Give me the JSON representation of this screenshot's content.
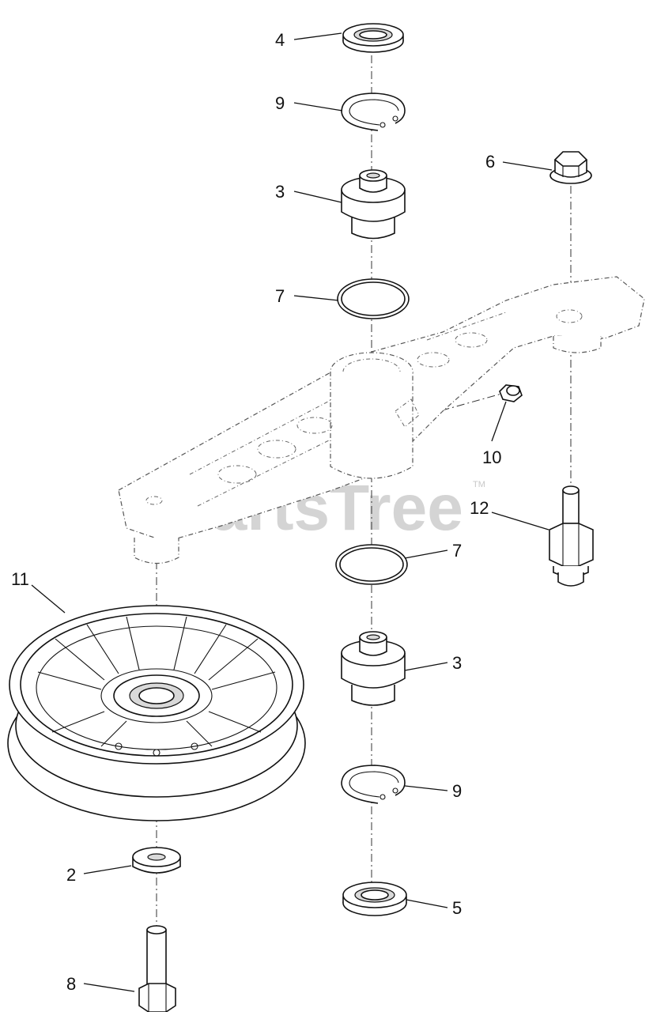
{
  "watermark": {
    "text": "PartsTree",
    "trademark": "TM"
  },
  "callouts": {
    "c4": "4",
    "c9_top": "9",
    "c3_top": "3",
    "c6": "6",
    "c7_top": "7",
    "c10": "10",
    "c12": "12",
    "c7_bottom": "7",
    "c11": "11",
    "c3_bottom": "3",
    "c9_bottom": "9",
    "c2": "2",
    "c5": "5",
    "c8": "8"
  },
  "colors": {
    "line": "#111111",
    "watermark": "#d4d4d4",
    "background": "#ffffff"
  }
}
